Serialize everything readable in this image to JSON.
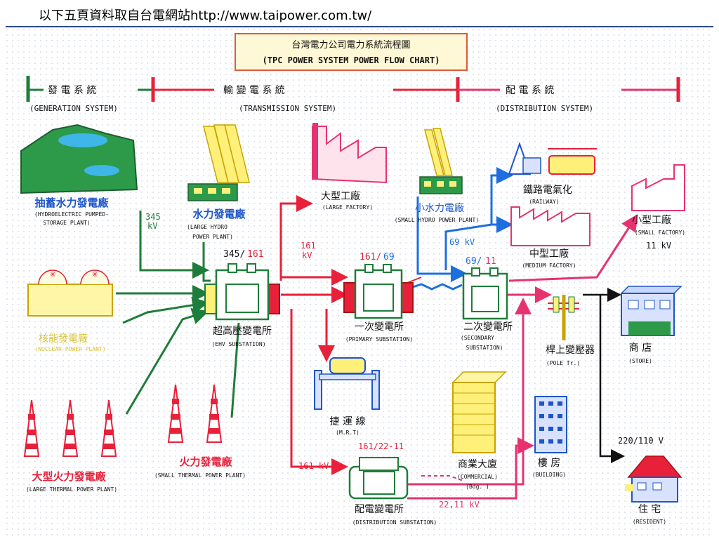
{
  "slide": {
    "title": "以下五頁資料取自台電網站http://www.taipower.com.tw/"
  },
  "chart": {
    "title_zh": "台灣電力公司電力系統流程圖",
    "title_en": "(TPC POWER SYSTEM POWER FLOW CHART)"
  },
  "systems": {
    "generation": {
      "zh": "發 電 系 統",
      "en": "(GENERATION SYSTEM)"
    },
    "transmission": {
      "zh": "輸 變 電 系 統",
      "en": "(TRANSMISSION SYSTEM)"
    },
    "distribution": {
      "zh": "配 電 系 統",
      "en": "(DISTRIBUTION SYSTEM)"
    }
  },
  "nodes": {
    "pumped_storage": {
      "zh": "抽蓄水力發電廠",
      "en1": "(HYDROELECTRIC PUMPED-",
      "en2": "STORAGE PLANT)"
    },
    "nuclear": {
      "zh": "核能發電廠",
      "en": "(NUCLEAR POWER PLANT)"
    },
    "large_thermal": {
      "zh": "大型火力發電廠",
      "en": "(LARGE THERMAL POWER PLANT)"
    },
    "large_hydro": {
      "zh": "水力發電廠",
      "en1": "(LARGE HYDRO",
      "en2": "POWER PLANT)"
    },
    "small_thermal": {
      "zh": "火力發電廠",
      "en": "(SMALL THERMAL POWER PLANT)"
    },
    "emv_substation": {
      "zh": "超高壓變電所",
      "en": "(EHV SUBSTATION)"
    },
    "large_factory": {
      "zh": "大型工廠",
      "en": "(LARGE FACTORY)"
    },
    "small_hydro": {
      "zh": "小水力電廠",
      "en": "(SMALL HYDRO POWER PLANT)"
    },
    "primary_substation": {
      "zh": "一次變電所",
      "en": "(PRIMARY SUBSTATION)"
    },
    "secondary_substation": {
      "zh": "二次變電所",
      "en1": "(SECONDARY",
      "en2": "SUBSTATION)"
    },
    "mrt": {
      "zh": "捷 運 線",
      "en": "(M.R.T)"
    },
    "distribution_substation": {
      "zh": "配電變電所",
      "en": "(DISTRIBUTION SUBSTATION)"
    },
    "commercial": {
      "zh": "商業大廈",
      "en1": "(COMMERCIAL)",
      "en2": "(Bdg.        )"
    },
    "building": {
      "zh": "樓 房",
      "en": "(BUILDING)"
    },
    "railway": {
      "zh": "鐵路電氣化",
      "en": "(RAILWAY)"
    },
    "medium_factory": {
      "zh": "中型工廠",
      "en": "(MEDIUM FACTORY)"
    },
    "small_factory": {
      "zh": "小型工廠",
      "en": "(SMALL FACTORY)"
    },
    "pole_tr": {
      "zh": "桿上變壓器",
      "en": "(POLE Tr.)"
    },
    "store": {
      "zh": "商 店",
      "en": "(STORE)"
    },
    "resident": {
      "zh": "住 宅",
      "en": "(RESIDENT)"
    }
  },
  "voltages": {
    "v345_a": "345",
    "v345_b": "kV",
    "v345_161_a": "345/",
    "v345_161_b": "161",
    "v161_a": "161",
    "v161_b": "kV",
    "v161_69_a": "161/",
    "v161_69_b": "69",
    "v69": "69 kV",
    "v69_11_a": "69/",
    "v69_11_b": "11",
    "v11": "11 kV",
    "v161_22_11": "161/22-11",
    "v161kv": "161 kV",
    "v22_11": "22,11 kV",
    "v220_110": "220/110 V"
  },
  "colors": {
    "green": "#1e7d3a",
    "red": "#e8203a",
    "blue": "#1d6fe0",
    "pink": "#e6336f",
    "black": "#111111"
  }
}
